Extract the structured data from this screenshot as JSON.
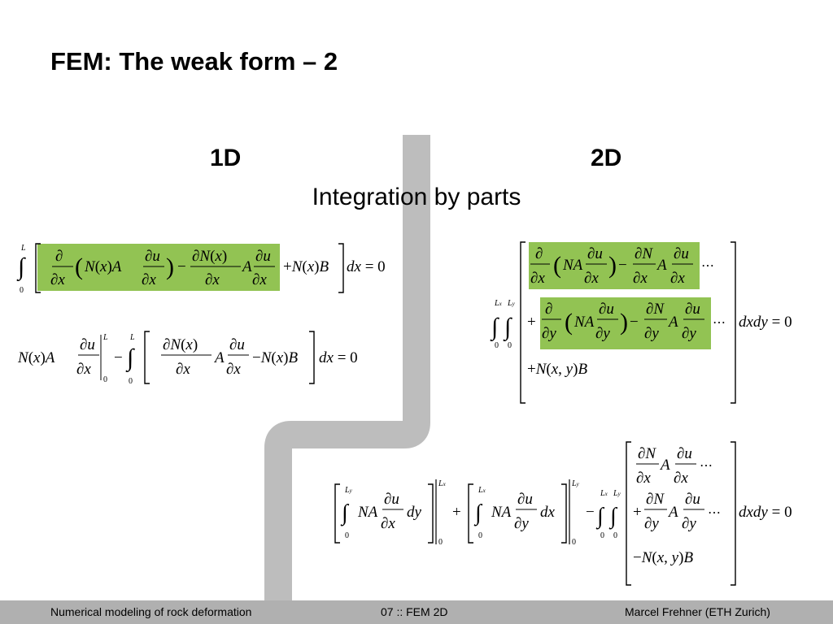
{
  "slide": {
    "title": "FEM: The weak form – 2",
    "heading_1d": "1D",
    "heading_2d": "2D",
    "subtitle": "Integration by parts"
  },
  "colors": {
    "highlight": "#92c353",
    "divider": "#bdbdbd",
    "footer_bg": "#b0b0b0"
  },
  "equations": {
    "eq_1d_a": "∫₀ᴸ [ ∂/∂x ( N(x) A ∂u/∂x ) − ∂N(x)/∂x A ∂u/∂x + N(x) B ] dx = 0",
    "eq_1d_b": "N(x) A ∂u/∂x |₀ᴸ − ∫₀ᴸ [ ∂N(x)/∂x A ∂u/∂x − N(x) B ] dx = 0",
    "eq_2d_a": "∫₀^Lx ∫₀^Ly [ ∂/∂x(NA ∂u/∂x) − ∂N/∂x A ∂u/∂x … + ∂/∂y(NA ∂u/∂y) − ∂N/∂y A ∂u/∂y … + N(x,y)B ] dxdy = 0",
    "eq_2d_b": "[∫₀^Ly NA ∂u/∂x dy]₀^Lx + [∫₀^Lx NA ∂u/∂y dx]₀^Ly − ∫₀^Lx ∫₀^Ly [ ∂N/∂x A ∂u/∂x … + ∂N/∂y A ∂u/∂y … −N(x,y)B ] dxdy = 0"
  },
  "footer": {
    "left": "Numerical modeling of rock deformation",
    "center": "07 :: FEM 2D",
    "right": "Marcel Frehner (ETH Zurich)"
  }
}
